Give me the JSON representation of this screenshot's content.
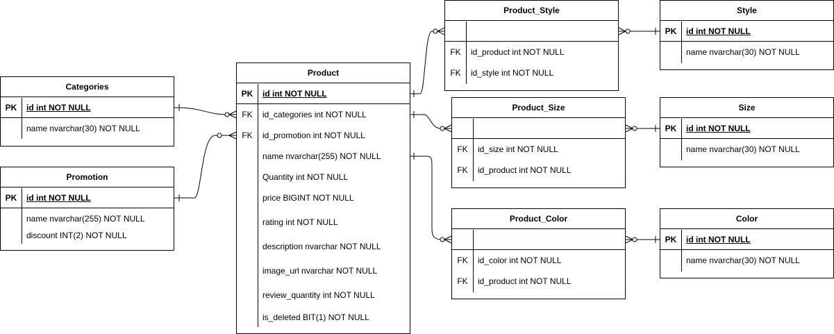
{
  "tables": {
    "categories": {
      "title": "Categories",
      "pk_label": "PK",
      "pk_field": "id int NOT NULL",
      "fields": [
        "name nvarchar(30) NOT NULL"
      ]
    },
    "promotion": {
      "title": "Promotion",
      "pk_label": "PK",
      "pk_field": "id int NOT NULL",
      "fields": [
        "name nvarchar(255) NOT NULL",
        "discount INT(2) NOT NULL"
      ]
    },
    "product": {
      "title": "Product",
      "pk_label": "PK",
      "pk_field": "id int NOT NULL",
      "fk_label": "FK",
      "fk_fields": [
        "id_categories int NOT NULL",
        "id_promotion int NOT NULL"
      ],
      "fields": [
        "name nvarchar(255) NOT NULL",
        "Quantity int NOT NULL",
        "price BIGINT NOT NULL",
        "rating int NOT NULL",
        "description nvarchar NOT NULL",
        "image_url nvarchar NOT NULL",
        "review_quantity int NOT NULL",
        "is_deleted BIT(1) NOT NULL"
      ]
    },
    "product_style": {
      "title": "Product_Style",
      "fk_label": "FK",
      "fk_fields": [
        "id_product int NOT NULL",
        "id_style int NOT NULL"
      ]
    },
    "product_size": {
      "title": "Product_Size",
      "fk_label": "FK",
      "fk_fields": [
        "id_size int NOT NULL",
        "id_product int NOT NULL"
      ]
    },
    "product_color": {
      "title": "Product_Color",
      "fk_label": "FK",
      "fk_fields": [
        "id_color int NOT NULL",
        "id_product int NOT NULL"
      ]
    },
    "style": {
      "title": "Style",
      "pk_label": "PK",
      "pk_field": "id int NOT NULL",
      "fields": [
        "name nvarchar(30) NOT NULL"
      ]
    },
    "size": {
      "title": "Size",
      "pk_label": "PK",
      "pk_field": "id int NOT NULL",
      "fields": [
        "name nvarchar(30) NOT NULL"
      ]
    },
    "color": {
      "title": "Color",
      "pk_label": "PK",
      "pk_field": "id int NOT NULL",
      "fields": [
        "name nvarchar(30) NOT NULL"
      ]
    }
  }
}
